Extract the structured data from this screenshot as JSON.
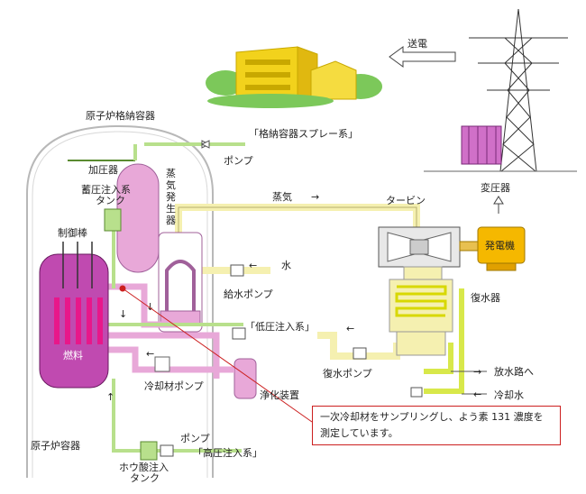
{
  "labels": {
    "containment_vessel": "原子炉格納容器",
    "spray_system": "「格納容器スプレー系」",
    "pump_top": "ポンプ",
    "pressurizer": "加圧器",
    "accumulator": "蓄圧注入系\nタンク",
    "control_rods": "制御棒",
    "steam_generator": "蒸\n気\n発\n生\n器",
    "steam": "蒸気",
    "turbine": "タービン",
    "generator": "発電機",
    "transformer": "変圧器",
    "transmission": "送電",
    "water": "水",
    "feedwater_pump": "給水ポンプ",
    "condenser": "復水器",
    "low_pressure_injection": "「低圧注入系」",
    "condensate_pump": "復水ポンプ",
    "discharge": "放水路へ",
    "cooling_water": "冷却水",
    "fuel": "燃料",
    "coolant_pump": "冷却材ポンプ",
    "purification": "浄化装置",
    "reactor_vessel": "原子炉容器",
    "pump_bottom": "ポンプ",
    "boric_acid_tank": "ホウ酸注入\nタンク",
    "high_pressure_injection": "「高圧注入系」"
  },
  "note": {
    "text": "一次冷却材をサンプリングし、よう素 131 濃度を\n測定しています。"
  },
  "colors": {
    "primary_loop": "#e8a8d8",
    "secondary_loop": "#f5f0b0",
    "injection_line": "#b8e08c",
    "reactor_vessel": "#c04ab0",
    "fuel": "#e8178a",
    "generator": "#f5b800",
    "building": "#f2d21c",
    "trees": "#7cc85a",
    "transformer": "#d070c8",
    "callout": "#cc1f1f"
  }
}
